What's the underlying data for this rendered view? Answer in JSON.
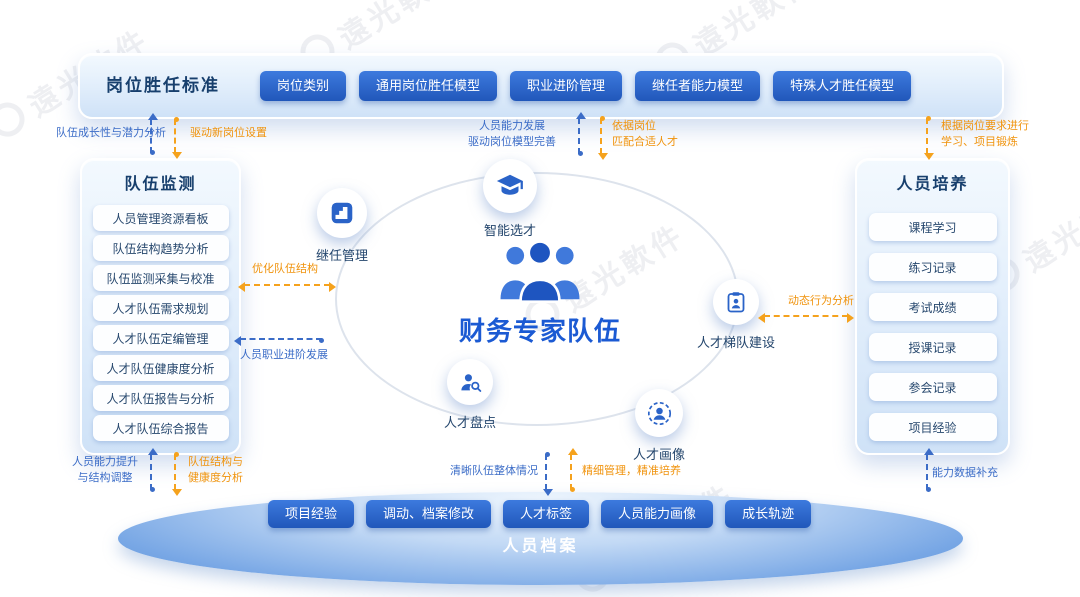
{
  "watermark": {
    "text": "遠光軟件"
  },
  "top_panel": {
    "title": "岗位胜任标准",
    "buttons": [
      "岗位类别",
      "通用岗位胜任模型",
      "职业进阶管理",
      "继任者能力模型",
      "特殊人才胜任模型"
    ]
  },
  "left_panel": {
    "title": "队伍监测",
    "items": [
      "人员管理资源看板",
      "队伍结构趋势分析",
      "队伍监测采集与校准",
      "人才队伍需求规划",
      "人才队伍定编管理",
      "人才队伍健康度分析",
      "人才队伍报告与分析",
      "人才队伍综合报告"
    ]
  },
  "right_panel": {
    "title": "人员培养",
    "items": [
      "课程学习",
      "练习记录",
      "考试成绩",
      "授课记录",
      "参会记录",
      "项目经验"
    ]
  },
  "bottom_panel": {
    "title": "人员档案",
    "buttons": [
      "项目经验",
      "调动、档案修改",
      "人才标签",
      "人员能力画像",
      "成长轨迹"
    ]
  },
  "center": {
    "title": "财务专家队伍",
    "nodes": [
      {
        "label": "继任管理",
        "icon": "stairs-icon"
      },
      {
        "label": "智能选才",
        "icon": "graduation-cap-icon"
      },
      {
        "label": "人才梯队建设",
        "icon": "clipboard-person-icon"
      },
      {
        "label": "人才盘点",
        "icon": "person-search-icon"
      },
      {
        "label": "人才画像",
        "icon": "person-portrait-icon"
      }
    ]
  },
  "annotations": {
    "top_left_blue": "队伍成长性与潜力分析",
    "top_left_orange": "驱动新岗位设置",
    "top_center_blue": "人员能力发展\n驱动岗位模型完善",
    "top_center_orange": "依据岗位\n匹配合适人才",
    "top_right_orange": "根据岗位要求进行\n学习、项目锻炼",
    "mid_left_orange": "优化队伍结构",
    "mid_left_blue": "人员职业进阶发展",
    "mid_right_orange": "动态行为分析",
    "bottom_left_blue": "人员能力提升\n与结构调整",
    "bottom_left_orange": "队伍结构与\n健康度分析",
    "bottom_center_blue": "清晰队伍整体情况",
    "bottom_center_orange": "精细管理，精准培养",
    "bottom_right_blue": "能力数据补充"
  },
  "colors": {
    "module_button_blue": "#2a63c8",
    "panel_light_blue": "#dcebfa",
    "accent_orange": "#f0930c",
    "annotation_blue": "#3b6cc7",
    "title_navy": "#173f6d",
    "center_title_blue": "#1b5ad3"
  }
}
